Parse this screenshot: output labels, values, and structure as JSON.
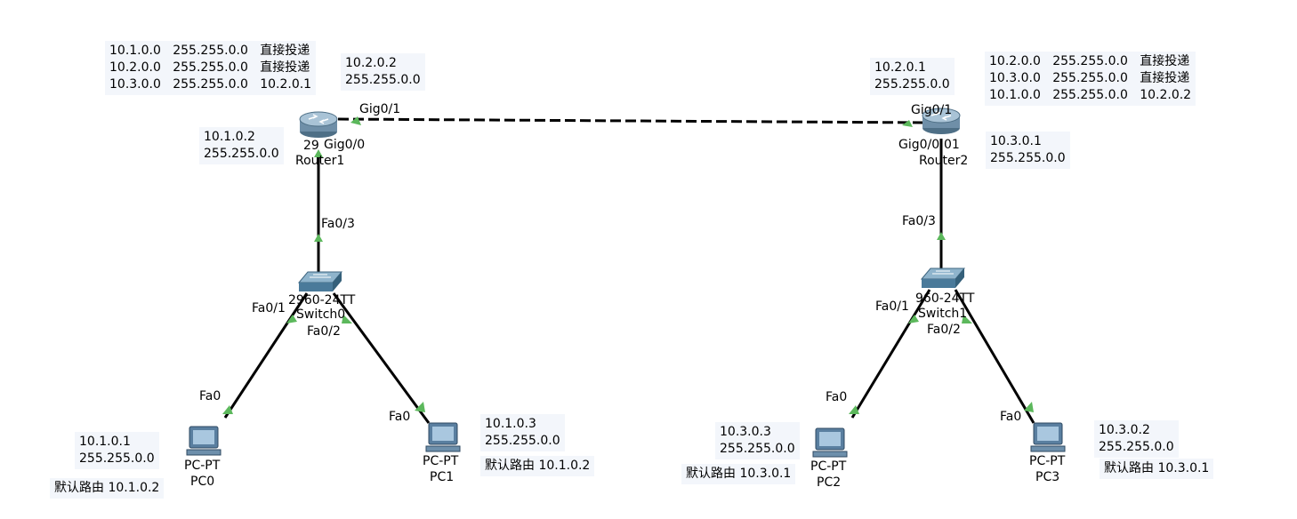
{
  "devices": {
    "router1": {
      "model": "29",
      "name": "Router1",
      "ifaces": {
        "up": "Gig0/1",
        "down": "Gig0/0"
      }
    },
    "router2": {
      "model": "01",
      "name": "Router2",
      "ifaces": {
        "up": "Gig0/1",
        "down": "Gig0/0"
      }
    },
    "switch0": {
      "model": "2960-24TT",
      "name": "Switch0"
    },
    "switch1": {
      "model": "960-24TT",
      "name": "Switch1"
    },
    "pc0": {
      "model": "PC-PT",
      "name": "PC0",
      "iface": "Fa0"
    },
    "pc1": {
      "model": "PC-PT",
      "name": "PC1",
      "iface": "Fa0"
    },
    "pc2": {
      "model": "PC-PT",
      "name": "PC2",
      "iface": "Fa0"
    },
    "pc3": {
      "model": "PC-PT",
      "name": "PC3",
      "iface": "Fa0"
    }
  },
  "port_labels": {
    "sw0_up": "Fa0/3",
    "sw0_p1": "Fa0/1",
    "sw0_p2": "Fa0/2",
    "sw1_up": "Fa0/3",
    "sw1_p1": "Fa0/1",
    "sw1_p2": "Fa0/2"
  },
  "notes": {
    "r1_routes": "10.1.0.0   255.255.0.0   直接投递\n10.2.0.0   255.255.0.0   直接投递\n10.3.0.0   255.255.0.0   10.2.0.1",
    "r1_gig01": "10.2.0.2\n255.255.0.0",
    "r1_gig00": "10.1.0.2\n255.255.0.0",
    "r2_gig01": "10.2.0.1\n255.255.0.0",
    "r2_routes": "10.2.0.0   255.255.0.0   直接投递\n10.3.0.0   255.255.0.0   直接投递\n10.1.0.0   255.255.0.0   10.2.0.2",
    "r2_gig00": "10.3.0.1\n255.255.0.0",
    "pc0_ip": "10.1.0.1\n255.255.0.0",
    "pc0_gw": "默认路由 10.1.0.2",
    "pc1_ip": "10.1.0.3\n255.255.0.0",
    "pc1_gw": "默认路由 10.1.0.2",
    "pc2_ip": "10.3.0.3\n255.255.0.0",
    "pc2_gw": "默认路由 10.3.0.1",
    "pc3_ip": "10.3.0.2\n255.255.0.0",
    "pc3_gw": "默认路由 10.3.0.1"
  },
  "colors": {
    "link": "#000000",
    "link_up_dot": "#5cb85c",
    "router_body": "#6f8fa8",
    "switch_body": "#4a7a9a",
    "note_bg": "#f3f6fb"
  }
}
